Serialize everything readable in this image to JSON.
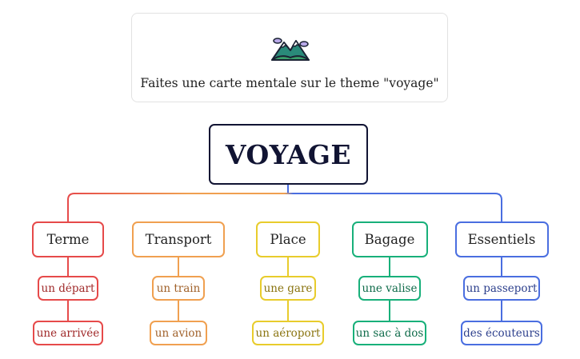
{
  "prompt": {
    "icon": "mountain-landscape-icon",
    "text": "Faites une carte mentale sur le theme \"voyage\""
  },
  "root": {
    "label": "VOYAGE"
  },
  "branches": [
    {
      "label": "Terme",
      "color": "#e64a4a",
      "text_color": "#a02a2a",
      "items": [
        "un départ",
        "une arrivée"
      ]
    },
    {
      "label": "Transport",
      "color": "#f0a050",
      "text_color": "#a0612a",
      "items": [
        "un train",
        "un avion"
      ]
    },
    {
      "label": "Place",
      "color": "#e8cc2c",
      "text_color": "#8a7410",
      "items": [
        "une gare",
        "un aéroport"
      ]
    },
    {
      "label": "Bagage",
      "color": "#18b07a",
      "text_color": "#0f6b4a",
      "items": [
        "une valise",
        "un sac à dos"
      ]
    },
    {
      "label": "Essentiels",
      "color": "#4a6ee0",
      "text_color": "#2c3f8c",
      "items": [
        "un passeport",
        "des écouteurs"
      ]
    }
  ]
}
